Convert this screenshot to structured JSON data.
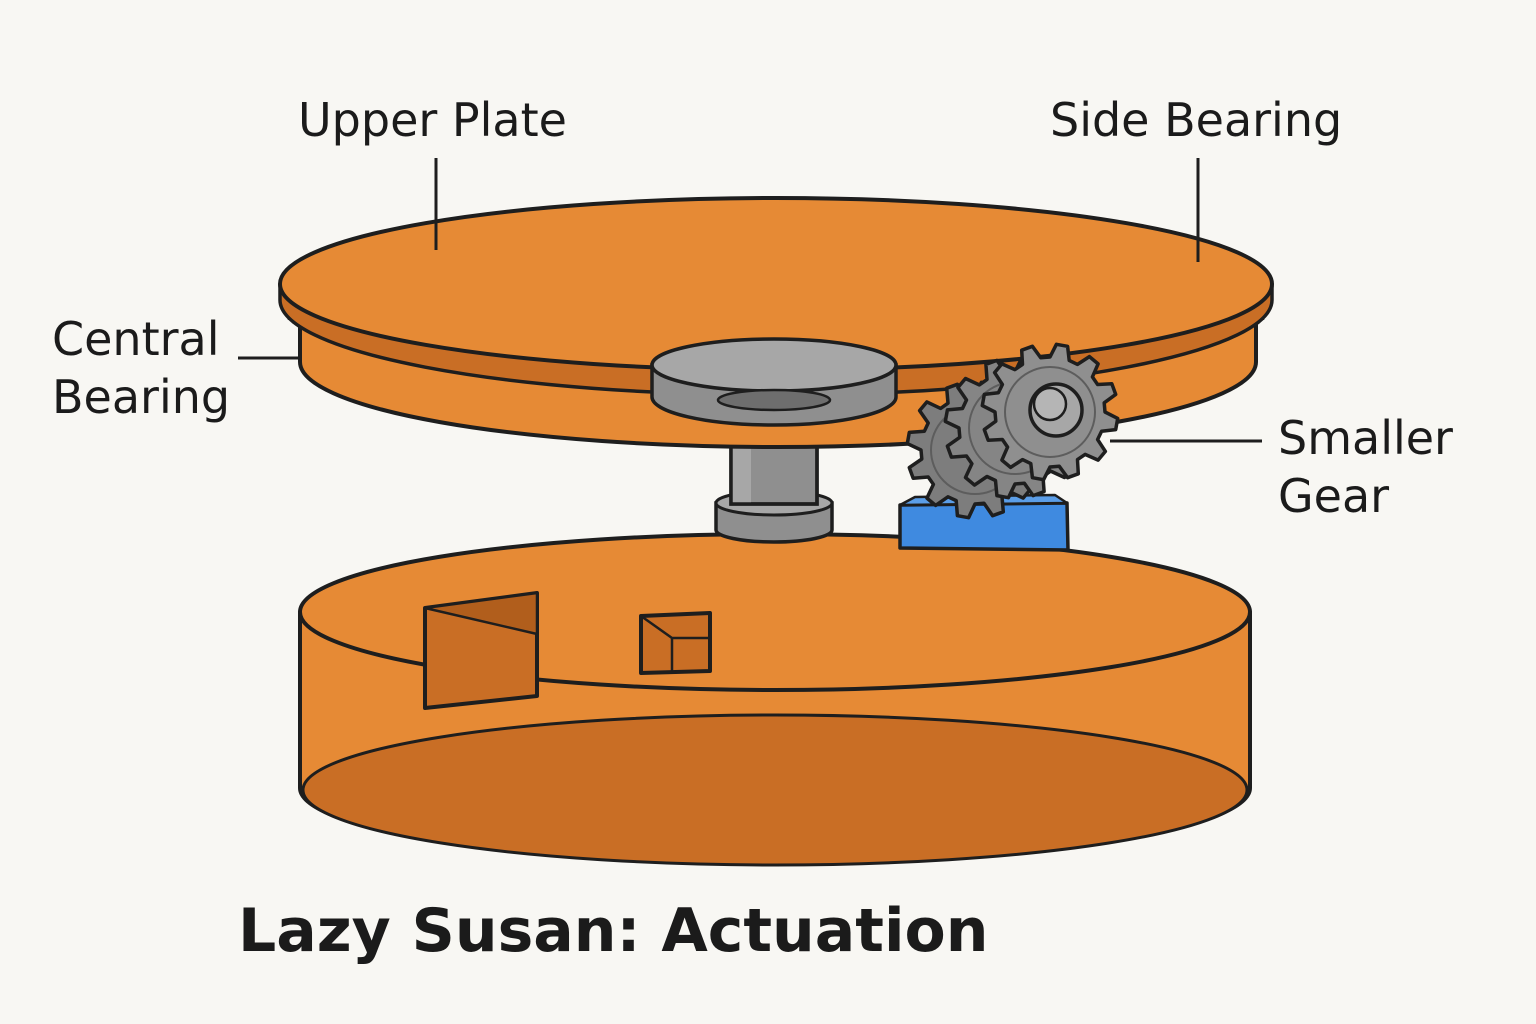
{
  "title": "Lazy Susan: Actuation",
  "labels": {
    "upper_plate": "Upper Plate",
    "side_bearing": "Side Bearing",
    "central_bearing": [
      "Central",
      "Bearing"
    ],
    "smaller_gear": [
      "Smaller",
      "Gear"
    ]
  },
  "colors": {
    "background": "#f8f7f3",
    "orange": "#e68a35",
    "orange_dark": "#c96e25",
    "orange_shadow": "#b15e1c",
    "outline": "#1e1e1e",
    "steel": "#8f8f8f",
    "steel_light": "#a7a7a7",
    "steel_dark": "#6e6e6e",
    "blue": "#3f8ae0",
    "blue_dark": "#2a6cc0"
  }
}
